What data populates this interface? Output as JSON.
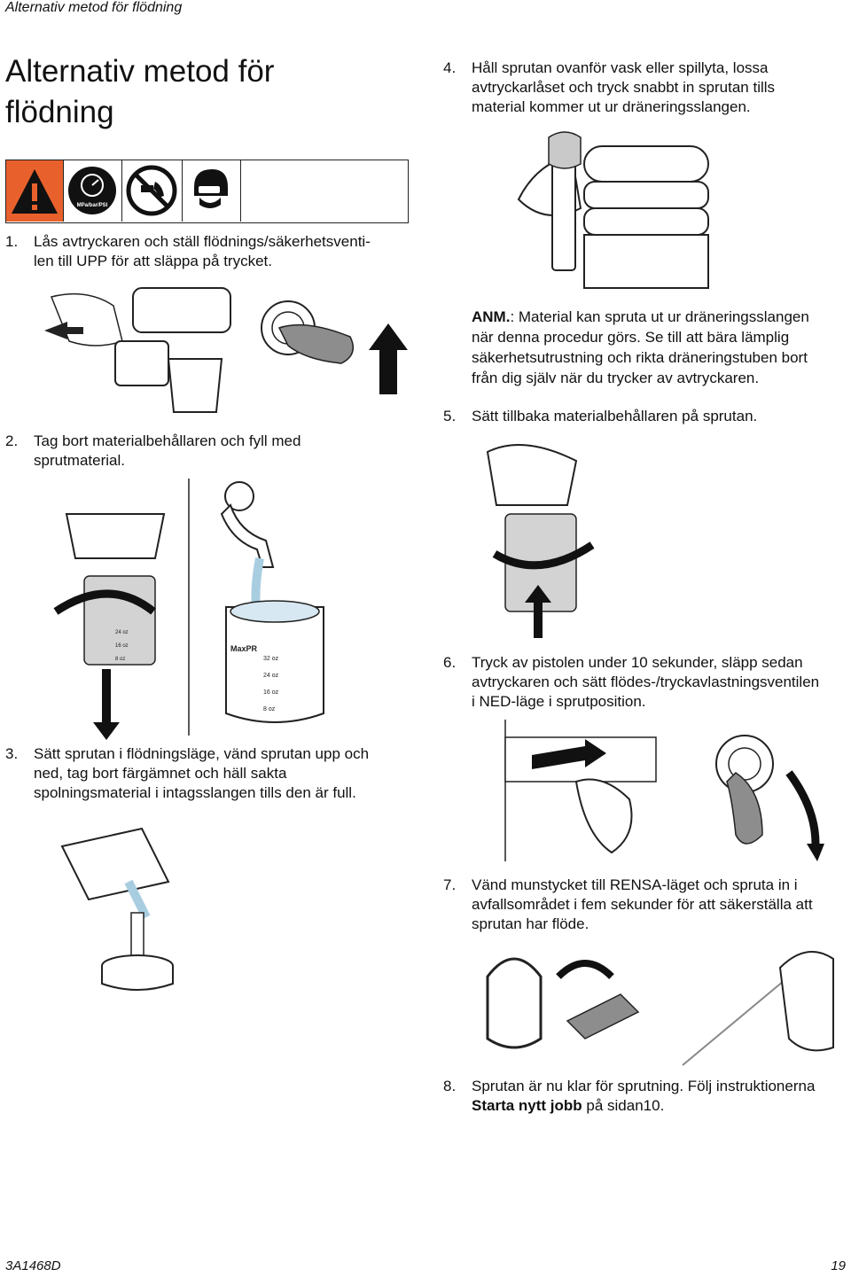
{
  "header": {
    "running_title": "Alternativ metod för flödning"
  },
  "title": "Alternativ metod för flödning",
  "warning_icons": [
    {
      "name": "warning-triangle-icon",
      "color": "#e8612c"
    },
    {
      "name": "pressure-gauge-icon",
      "label": "MPa/bar/PSI"
    },
    {
      "name": "no-hand-spray-icon"
    },
    {
      "name": "protective-equipment-icon"
    }
  ],
  "steps": [
    {
      "num": "1.",
      "text_line1": "Lås avtryckaren och ställ flödnings/säkerhetsventi-",
      "text_line2": "len till UPP för att släppa på trycket."
    },
    {
      "num": "2.",
      "text_line1": "Tag bort materialbehållaren och fyll med",
      "text_line2": "sprutmaterial."
    },
    {
      "num": "3.",
      "text_line1": "Sätt sprutan i flödningsläge, vänd sprutan upp och",
      "text_line2": "ned, tag bort färgämnet och häll sakta",
      "text_line3": "spolningsmaterial i intagsslangen tills den är full."
    },
    {
      "num": "4.",
      "text_line1": "Håll sprutan ovanför vask eller spillyta, lossa",
      "text_line2": "avtryckarlåset och tryck snabbt in sprutan tills",
      "text_line3": "material kommer ut ur dräneringsslangen."
    },
    {
      "num": "5.",
      "text_line1": "Sätt tillbaka materialbehållaren på sprutan."
    },
    {
      "num": "6.",
      "text_line1": "Tryck av pistolen under 10 sekunder, släpp sedan",
      "text_line2": "avtryckaren och sätt flödes-/tryckavlastningsventilen",
      "text_line3": "i NED-läge i sprutposition."
    },
    {
      "num": "7.",
      "text_line1": "Vänd munstycket till RENSA-läget och spruta in i",
      "text_line2": "avfallsområdet i fem sekunder för att säkerställa att",
      "text_line3": "sprutan har flöde."
    },
    {
      "num": "8.",
      "text_line1": "Sprutan är nu klar för sprutning. Följ instruktionerna",
      "text_line2_bold": "Starta nytt jobb",
      "text_line2_rest": " på sidan10."
    }
  ],
  "note": {
    "label": "ANM.",
    "text_first": ": Material kan spruta ut ur dräneringsslangen",
    "line2": "när denna procedur görs. Se till att bära lämplig",
    "line3": "säkerhetsutrustning och rikta dräneringstuben bort",
    "line4": "från dig själv när du trycker av avtryckaren."
  },
  "jar_marks": {
    "left": [
      "24 oz",
      "16 oz",
      "8 oz"
    ],
    "center": [
      "32 oz",
      "24 oz",
      "16 oz",
      "8 oz"
    ],
    "center_brand": "MaxPR"
  },
  "footer": {
    "doc_number": "3A1468D",
    "page_number": "19"
  }
}
